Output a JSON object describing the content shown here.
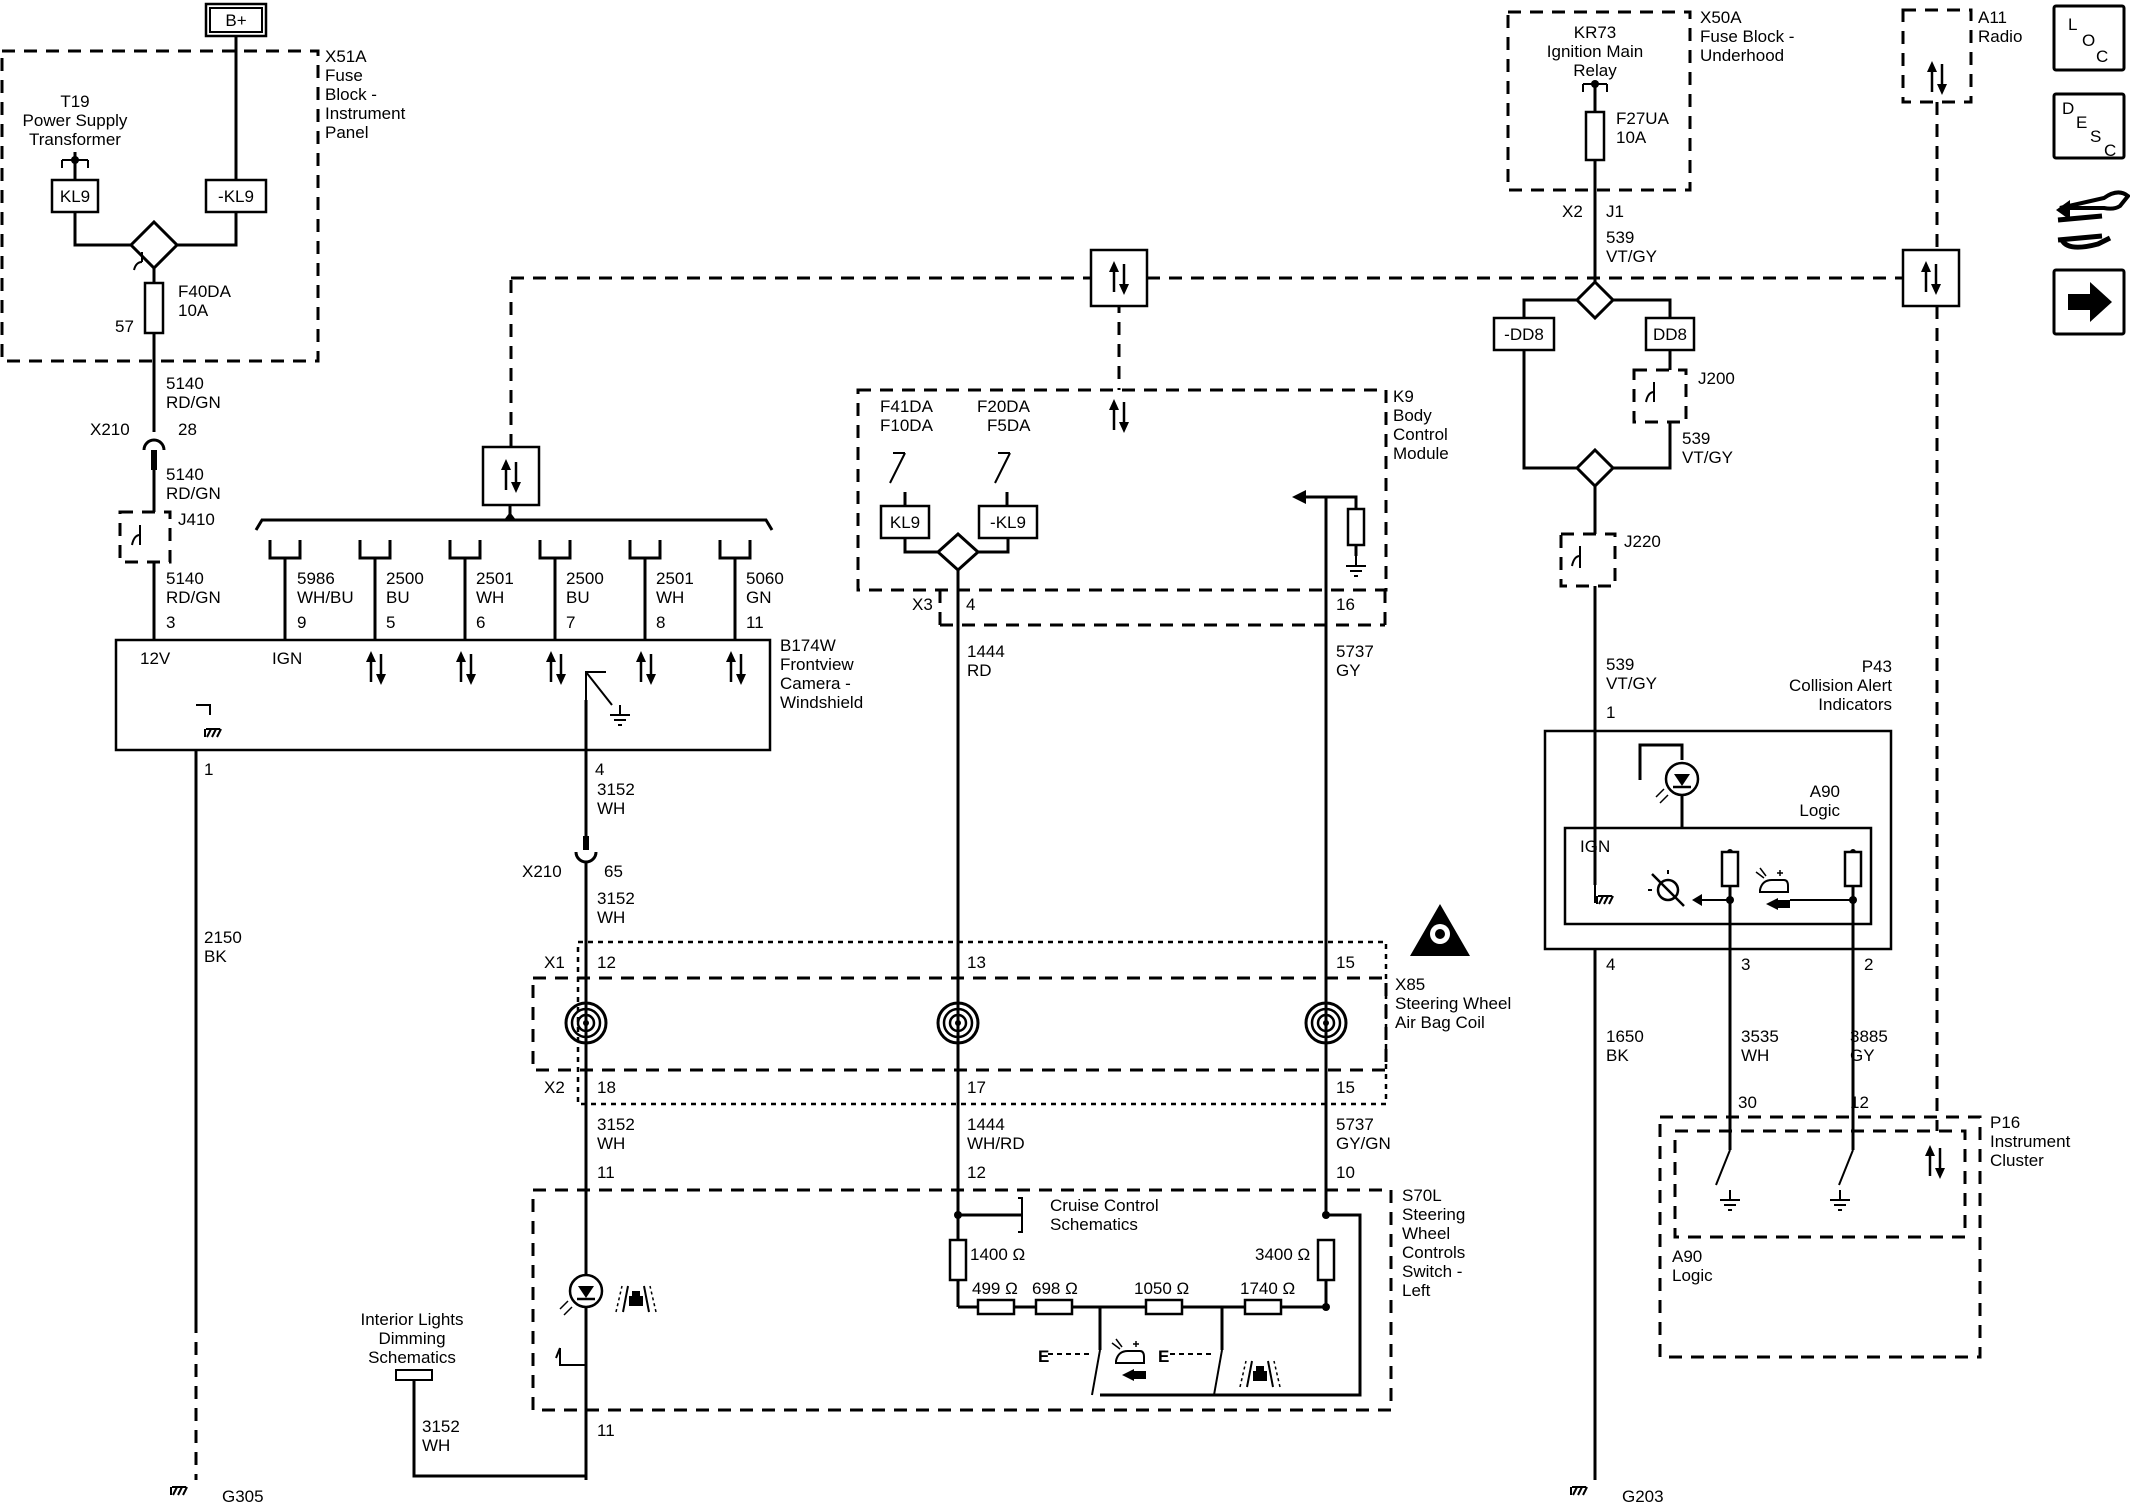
{
  "battery": "B+",
  "x51a": {
    "ref": "X51A",
    "name_lines": [
      "Fuse",
      "Block -",
      "Instrument",
      "Panel"
    ]
  },
  "t19": {
    "ref": "T19",
    "name_lines": [
      "Power Supply",
      "Transformer"
    ],
    "kl9": "KL9",
    "nkl9": "-KL9"
  },
  "f40da": {
    "ref": "F40DA",
    "rating": "10A",
    "pin": "57"
  },
  "w5140": {
    "circuit": "5140",
    "color": "RD/GN"
  },
  "x210_top": {
    "ref": "X210",
    "pin": "28"
  },
  "j410": "J410",
  "b174w": {
    "name_lines": [
      "B174W",
      "Frontview",
      "Camera -",
      "Windshield"
    ],
    "pin_12v": "12V",
    "pin_ign": "IGN",
    "pin_3": "3",
    "pin_1": "1",
    "pin_4": "4",
    "bus": [
      {
        "circuit": "5986",
        "color": "WH/BU",
        "pin": "9"
      },
      {
        "circuit": "2500",
        "color": "BU",
        "pin": "5"
      },
      {
        "circuit": "2501",
        "color": "WH",
        "pin": "6"
      },
      {
        "circuit": "2500",
        "color": "BU",
        "pin": "7"
      },
      {
        "circuit": "2501",
        "color": "WH",
        "pin": "8"
      },
      {
        "circuit": "5060",
        "color": "GN",
        "pin": "11"
      }
    ]
  },
  "w3152": {
    "circuit": "3152",
    "color": "WH"
  },
  "x210_mid": {
    "ref": "X210",
    "pin": "65"
  },
  "w2150": {
    "circuit": "2150",
    "color": "BK"
  },
  "g305": "G305",
  "g203": "G203",
  "k9": {
    "name_lines": [
      "K9",
      "Body",
      "Control",
      "Module"
    ],
    "fuse_a": [
      "F41DA",
      "F10DA"
    ],
    "fuse_b": [
      "F20DA",
      "F5DA"
    ],
    "kl9": "KL9",
    "nkl9": "-KL9",
    "x3": "X3",
    "pin_4": "4",
    "pin_16": "16"
  },
  "w1444": {
    "circuit": "1444",
    "color": "RD",
    "color2": "WH/RD"
  },
  "w5737": {
    "circuit": "5737",
    "color": "GY",
    "color2": "GY/GN"
  },
  "x85": {
    "name_lines": [
      "X85",
      "Steering Wheel",
      "Air Bag Coil"
    ],
    "x1": "X1",
    "x2": "X2",
    "top_pins": [
      "12",
      "13",
      "15"
    ],
    "bottom_pins": [
      "18",
      "17",
      "15"
    ]
  },
  "s70l": {
    "name_lines": [
      "S70L",
      "Steering",
      "Wheel",
      "Controls",
      "Switch -",
      "Left"
    ],
    "pins": [
      "11",
      "12",
      "10",
      "11"
    ],
    "cruise_lines": [
      "Cruise Control",
      "Schematics"
    ],
    "resistors": [
      "1400 Ω",
      "499 Ω",
      "698 Ω",
      "1050 Ω",
      "1740 Ω",
      "3400 Ω"
    ]
  },
  "interior_lines": [
    "Interior Lights",
    "Dimming",
    "Schematics"
  ],
  "kr73": {
    "ref": "KR73",
    "name_lines": [
      "Ignition Main",
      "Relay"
    ]
  },
  "x50a": {
    "ref": "X50A",
    "name_lines": [
      "Fuse Block -",
      "Underhood"
    ]
  },
  "f27ua": {
    "ref": "F27UA",
    "rating": "10A",
    "x2": "X2",
    "j1": "J1"
  },
  "w539": {
    "circuit": "539",
    "color": "VT/GY"
  },
  "dd8": {
    "neg": "-DD8",
    "pos": "DD8"
  },
  "j200": "J200",
  "j220": "J220",
  "p43": {
    "name_lines": [
      "P43",
      "Collision Alert",
      "Indicators"
    ],
    "pin_1": "1",
    "pins_bottom": [
      "4",
      "3",
      "2"
    ]
  },
  "a90": {
    "name_lines": [
      "A90",
      "Logic"
    ],
    "ign": "IGN"
  },
  "w1650": {
    "circuit": "1650",
    "color": "BK"
  },
  "w3535": {
    "circuit": "3535",
    "color": "WH"
  },
  "w3885": {
    "circuit": "3885",
    "color": "GY"
  },
  "p16": {
    "name_lines": [
      "P16",
      "Instrument",
      "Cluster"
    ],
    "pin_30": "30",
    "pin_12": "12",
    "a90_lines": [
      "A90",
      "Logic"
    ]
  },
  "a11": {
    "ref": "A11",
    "name": "Radio"
  },
  "sidebar": {
    "loc": [
      "L",
      "O",
      "C"
    ],
    "desc": [
      "D",
      "E",
      "S",
      "C"
    ]
  }
}
